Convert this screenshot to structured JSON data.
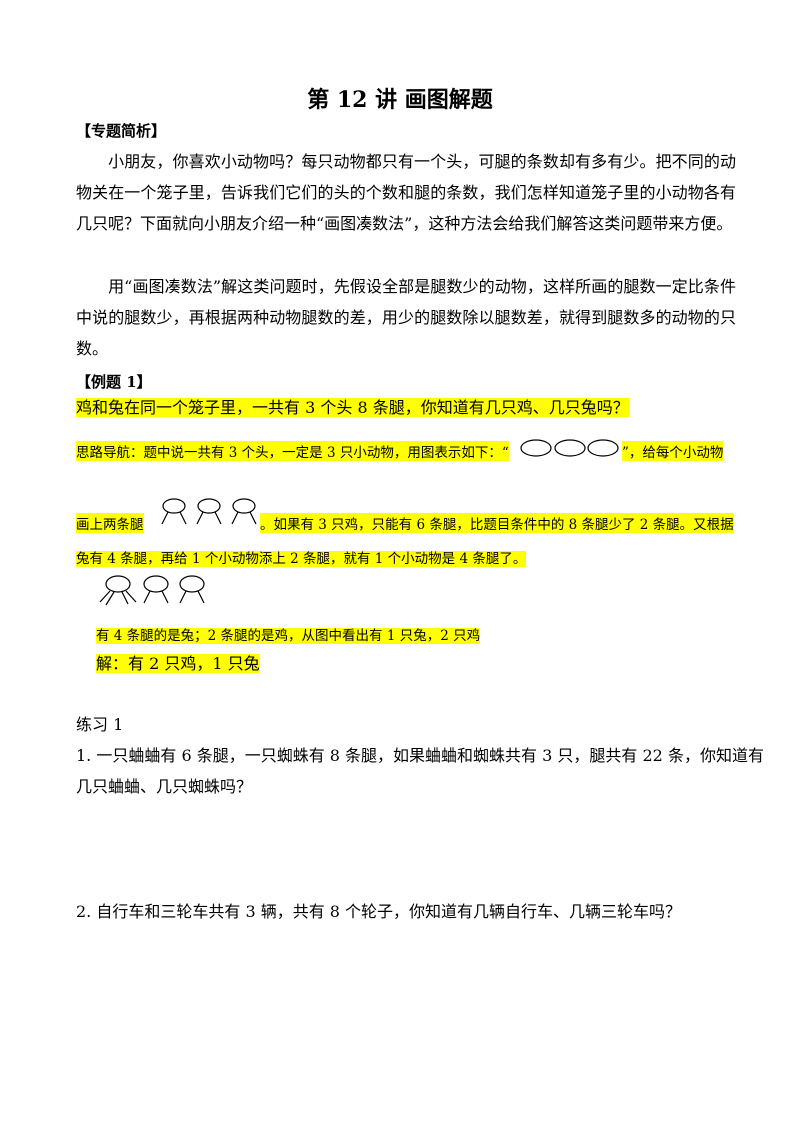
{
  "title": "第 12 讲  画图解题",
  "intro": {
    "heading": "【专题简析】",
    "p1": "小朋友，你喜欢小动物吗？每只动物都只有一个头，可腿的条数却有多有少。把不同的动物关在一个笼子里，告诉我们它们的头的个数和腿的条数，我们怎样知道笼子里的小动物各有几只呢？下面就向小朋友介绍一种“画图凑数法”，这种方法会给我们解答这类问题带来方便。",
    "p2": "用“画图凑数法”解这类问题时，先假设全部是腿数少的动物，这样所画的腿数一定比条件中说的腿数少，再根据两种动物腿数的差，用少的腿数除以腿数差，就得到腿数多的动物的只数。"
  },
  "example": {
    "heading": "【例题 1】",
    "problem": "鸡和兔在同一个笼子里，一共有 3 个头 8 条腿，你知道有几只鸡、几只兔吗？",
    "hint_a": "思路导航：题中说一共有 3 个头，一定是 3 只小动物，用图表示如下：“",
    "hint_b": "”，给每个小动物",
    "hint_c": "画上两条腿",
    "hint_d": "。如果有 3 只鸡，只能有 6 条腿，比题目条件中的 8 条腿少了 2 条腿。又根据",
    "hint_e": "兔有 4 条腿，再给 1 个小动物添上 2 条腿，就有 1 个小动物是 4 条腿了。",
    "conclusion": "有 4 条腿的是兔；2 条腿的是鸡，从图中看出有 1 只兔，2 只鸡",
    "answer": "解：有 2 只鸡，1 只兔"
  },
  "practice": {
    "heading": "练习 1",
    "q1_line1": "1. 一只蛐蛐有 6 条腿，一只蜘蛛有 8 条腿，如果蛐蛐和蜘蛛共有 3 只，腿共有 22 条，你知道有",
    "q1_line2": "几只蛐蛐、几只蜘蛛吗？",
    "q2": "2. 自行车和三轮车共有 3 辆，共有 8 个轮子，你知道有几辆自行车、几辆三轮车吗？"
  },
  "colors": {
    "highlight": "#ffff00",
    "text": "#000000"
  }
}
